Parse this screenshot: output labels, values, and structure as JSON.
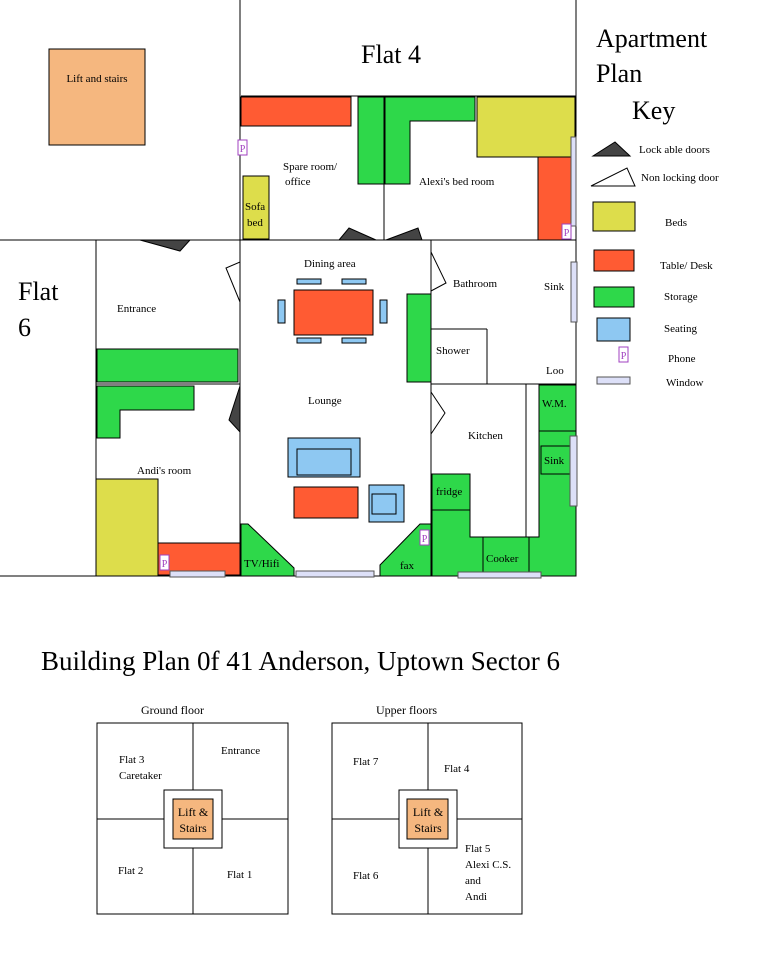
{
  "flat_plan": {
    "lift_and_stairs": "Lift and stairs",
    "flat4_label": "Flat 4",
    "flat6_label_line1": "Flat",
    "flat6_label_line2": "6",
    "rooms": {
      "spare_room_line1": "Spare room/",
      "spare_room_line2": "office",
      "sofa_bed_line1": "Sofa",
      "sofa_bed_line2": "bed",
      "alexis_bedroom": "Alexi's bed room",
      "entrance": "Entrance",
      "dining_area": "Dining area",
      "bathroom": "Bathroom",
      "sink_bath": "Sink",
      "shower": "Shower",
      "loo": "Loo",
      "lounge": "Lounge",
      "wm": "W.M.",
      "kitchen": "Kitchen",
      "sink_kitchen": "Sink",
      "andis_room": "Andi's room",
      "fridge": "fridge",
      "tv_hifi": "TV/Hifi",
      "fax": "fax",
      "cooker": "Cooker"
    }
  },
  "key": {
    "title_line1": "Apartment",
    "title_line2": "Plan",
    "title_line3": "Key",
    "items": [
      {
        "label": "Lock able doors",
        "color": "#444444",
        "icon": "lockable-door"
      },
      {
        "label": "Non locking door",
        "color": "#ffffff",
        "icon": "non-locking-door"
      },
      {
        "label": "Beds",
        "color": "#dddd4b",
        "icon": "bed-swatch"
      },
      {
        "label": "Table/ Desk",
        "color": "#ff5b33",
        "icon": "table-swatch"
      },
      {
        "label": "Storage",
        "color": "#2ed84a",
        "icon": "storage-swatch"
      },
      {
        "label": "Seating",
        "color": "#8ec8f2",
        "icon": "seating-swatch"
      },
      {
        "label": "Phone",
        "color": "#a040c0",
        "icon": "phone-icon"
      },
      {
        "label": "Window",
        "color": "#dde0f8",
        "icon": "window-swatch"
      }
    ],
    "phone_glyph": "P"
  },
  "building": {
    "title": "Building Plan 0f 41 Anderson, Uptown Sector 6",
    "ground_floor": {
      "heading": "Ground floor",
      "flat3_line1": "Flat 3",
      "flat3_line2": "Caretaker",
      "entrance": "Entrance",
      "lift_line1": "Lift &",
      "lift_line2": "Stairs",
      "flat2": "Flat 2",
      "flat1": "Flat 1"
    },
    "upper_floors": {
      "heading": "Upper floors",
      "flat7": "Flat 7",
      "flat4": "Flat 4",
      "lift_line1": "Lift &",
      "lift_line2": "Stairs",
      "flat6": "Flat 6",
      "flat5_line1": "Flat 5",
      "flat5_line2": "Alexi C.S.",
      "flat5_line3": "and",
      "flat5_line4": "Andi"
    }
  }
}
